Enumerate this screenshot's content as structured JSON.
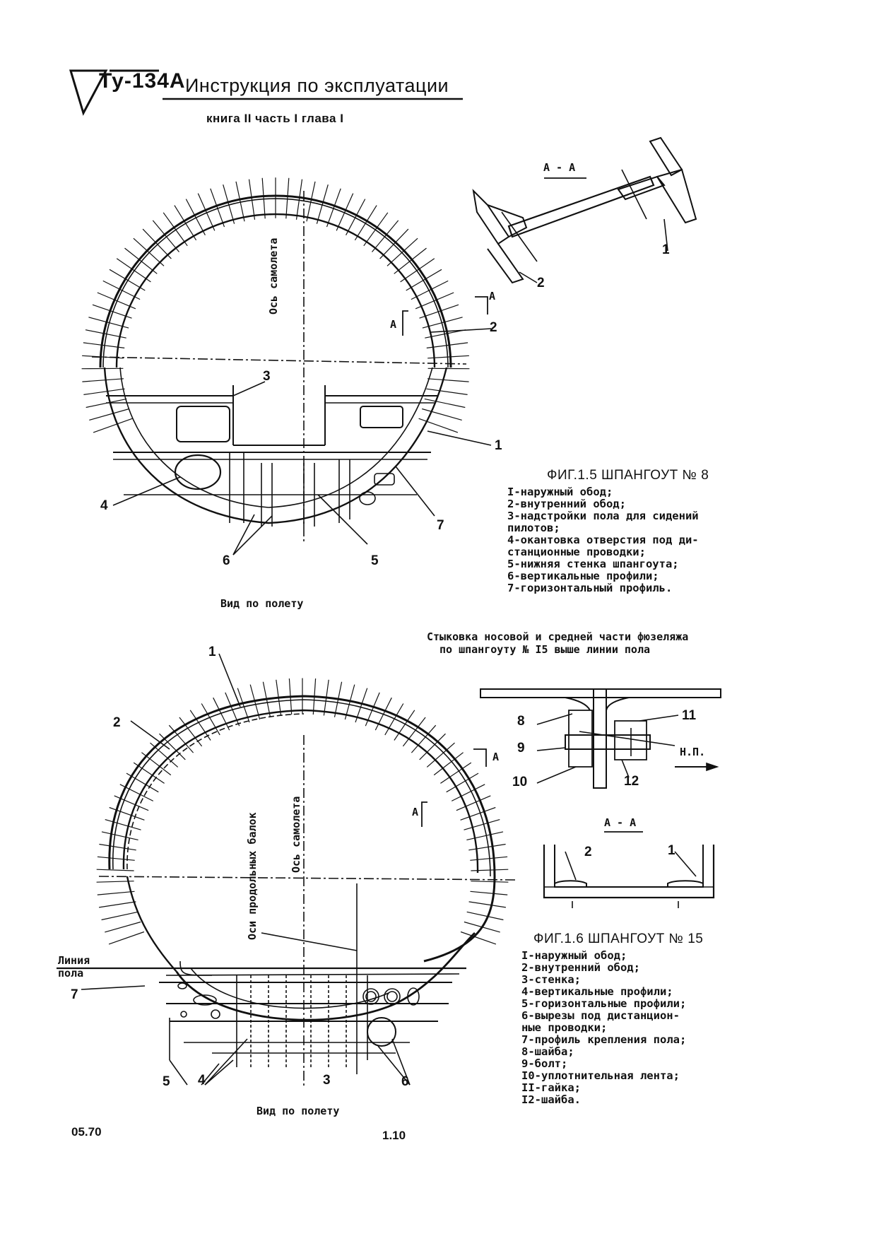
{
  "header": {
    "model": "Ту-134А",
    "title": "Инструкция по эксплуатации",
    "subtitle": "книга II часть I глава I"
  },
  "figure1": {
    "section_label": "А - А",
    "axis_label": "Ось самолета",
    "view_label": "Вид по полету",
    "section_marks": [
      "А",
      "А"
    ],
    "callouts": [
      "1",
      "2",
      "3",
      "4",
      "5",
      "6",
      "7"
    ],
    "detail_callouts": [
      "1",
      "2"
    ],
    "title": "ФИГ.1.5 ШПАНГОУТ № 8",
    "legend": [
      "I-наружный обод;",
      "2-внутренний обод;",
      "3-надстройки пола для сидений",
      "   пилотов;",
      "4-окантовка отверстия под ди-",
      "   станционные проводки;",
      "5-нижняя стенка шпангоута;",
      "6-вертикальные профили;",
      "7-горизонтальный профиль."
    ]
  },
  "figure2": {
    "joint_caption_line1": "Стыковка носовой и средней части фюзеляжа",
    "joint_caption_line2": "по шпангоуту № I5 выше линии пола",
    "flight_dir": "Н.П.",
    "section_label": "А - А",
    "axis_label": "Ось самолета",
    "beams_label": "Оси продольных балок",
    "floor_label_1": "Линия",
    "floor_label_2": "пола",
    "view_label": "Вид по полету",
    "section_marks": [
      "А",
      "А"
    ],
    "callouts": [
      "1",
      "2",
      "3",
      "4",
      "5",
      "6",
      "7"
    ],
    "joint_callouts": [
      "8",
      "9",
      "10",
      "11",
      "12"
    ],
    "detail_callouts": [
      "1",
      "2"
    ],
    "title": "ФИГ.1.6 ШПАНГОУТ № 15",
    "legend": [
      "I-наружный обод;",
      "2-внутренний обод;",
      "3-стенка;",
      "4-вертикальные профили;",
      "5-горизонтальные профили;",
      "6-вырезы под дистанцион-",
      "   ные проводки;",
      "7-профиль крепления пола;",
      "8-шайба;",
      "9-болт;",
      "I0-уплотнительная лента;",
      "II-гайка;",
      "I2-шайба."
    ]
  },
  "footer": {
    "date": "05.70",
    "page": "1.10"
  }
}
